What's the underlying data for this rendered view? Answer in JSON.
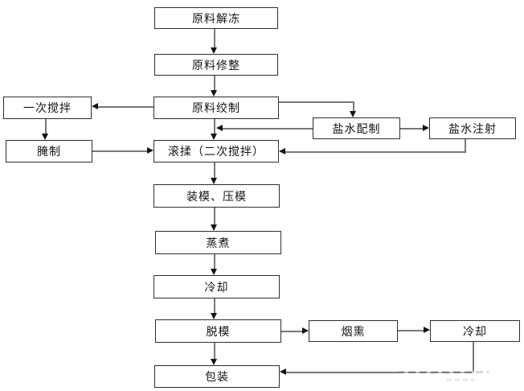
{
  "diagram": {
    "type": "flowchart",
    "language": "zh-CN",
    "description": "Meat product processing workflow flowchart",
    "background": "#ffffff"
  },
  "colors": {
    "box_border": "#2e2e2e",
    "box_fill": "#ffffff",
    "text": "#141414",
    "connector_line": "#787878",
    "arrowhead": "#141414"
  },
  "nodes": [
    {
      "id": "thaw",
      "label": "原料解冻"
    },
    {
      "id": "trim",
      "label": "原料修整"
    },
    {
      "id": "grind",
      "label": "原料绞制"
    },
    {
      "id": "first_mix",
      "label": "一次搅拌"
    },
    {
      "id": "cure",
      "label": "腌制"
    },
    {
      "id": "tumble",
      "label": "滚揉（二次搅拌）"
    },
    {
      "id": "brine_prep",
      "label": "盐水配制"
    },
    {
      "id": "brine_inject",
      "label": "盐水注射"
    },
    {
      "id": "mold_press",
      "label": "装模、压模"
    },
    {
      "id": "steam",
      "label": "蒸煮"
    },
    {
      "id": "cool_1",
      "label": "冷却"
    },
    {
      "id": "demold",
      "label": "脱模"
    },
    {
      "id": "smoke",
      "label": "烟熏"
    },
    {
      "id": "cool_2",
      "label": "冷却"
    },
    {
      "id": "pack",
      "label": "包装"
    }
  ],
  "edges": [
    {
      "from": "thaw",
      "to": "trim"
    },
    {
      "from": "trim",
      "to": "grind"
    },
    {
      "from": "grind",
      "to": "first_mix"
    },
    {
      "from": "first_mix",
      "to": "cure"
    },
    {
      "from": "cure",
      "to": "tumble"
    },
    {
      "from": "grind",
      "to": "tumble"
    },
    {
      "from": "grind",
      "to": "brine_prep"
    },
    {
      "from": "brine_prep",
      "to": "tumble"
    },
    {
      "from": "brine_prep",
      "to": "brine_inject"
    },
    {
      "from": "brine_inject",
      "to": "tumble"
    },
    {
      "from": "tumble",
      "to": "mold_press"
    },
    {
      "from": "mold_press",
      "to": "steam"
    },
    {
      "from": "steam",
      "to": "cool_1"
    },
    {
      "from": "cool_1",
      "to": "demold"
    },
    {
      "from": "demold",
      "to": "pack"
    },
    {
      "from": "demold",
      "to": "smoke"
    },
    {
      "from": "smoke",
      "to": "cool_2"
    },
    {
      "from": "cool_2",
      "to": "pack"
    }
  ]
}
